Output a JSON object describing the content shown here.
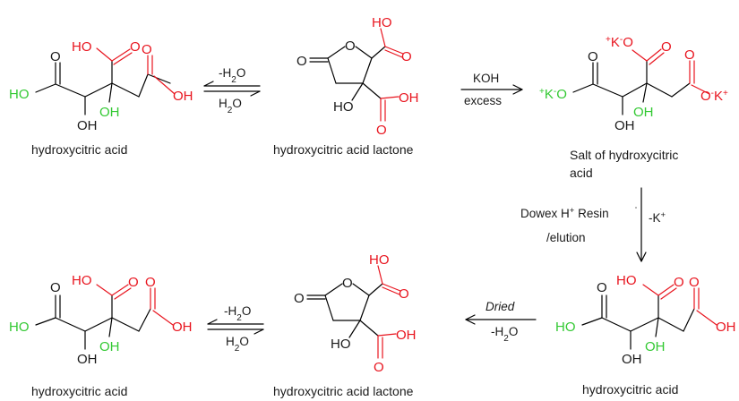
{
  "colors": {
    "red": "#e8141e",
    "green": "#33c933",
    "black": "#1a1a1a"
  },
  "captions": {
    "hca_top": "hydroxycitric acid",
    "lactone_top": "hydroxycitric acid lactone",
    "salt_line1": "Salt of hydroxycitric",
    "salt_line2": "acid",
    "hca_right": "hydroxycitric acid",
    "lactone_bottom": "hydroxycitric acid lactone",
    "hca_bottom": "hydroxycitric acid"
  },
  "arrows": {
    "eq_top_over": "-H",
    "eq_top_under": "H",
    "koh": "KOH",
    "excess": "excess",
    "dowex": "Dowex H",
    "elution": "/elution",
    "minus_k": "-K",
    "dried": "Dried",
    "dried_under": "-H",
    "eq_bottom_over": "-H",
    "eq_bottom_under": "H"
  },
  "atoms": {
    "O": "O",
    "HO": "HO",
    "OH": "OH",
    "KO": "K",
    "sub2": "2",
    "sup_plus": "+",
    "sup_minus": "-"
  }
}
